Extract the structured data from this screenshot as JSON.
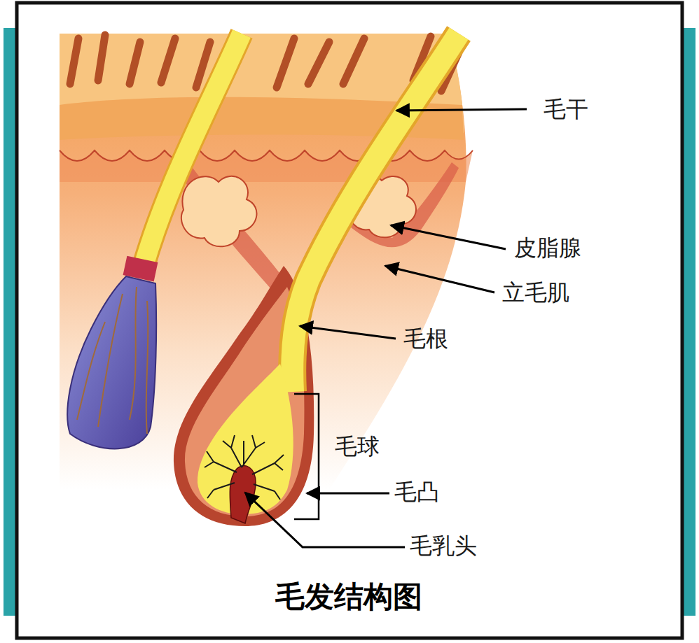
{
  "diagram": {
    "title": "毛发结构图",
    "labels": [
      "毛干",
      "皮脂腺",
      "立毛肌",
      "毛根",
      "毛球",
      "毛凸",
      "毛乳头"
    ]
  }
}
